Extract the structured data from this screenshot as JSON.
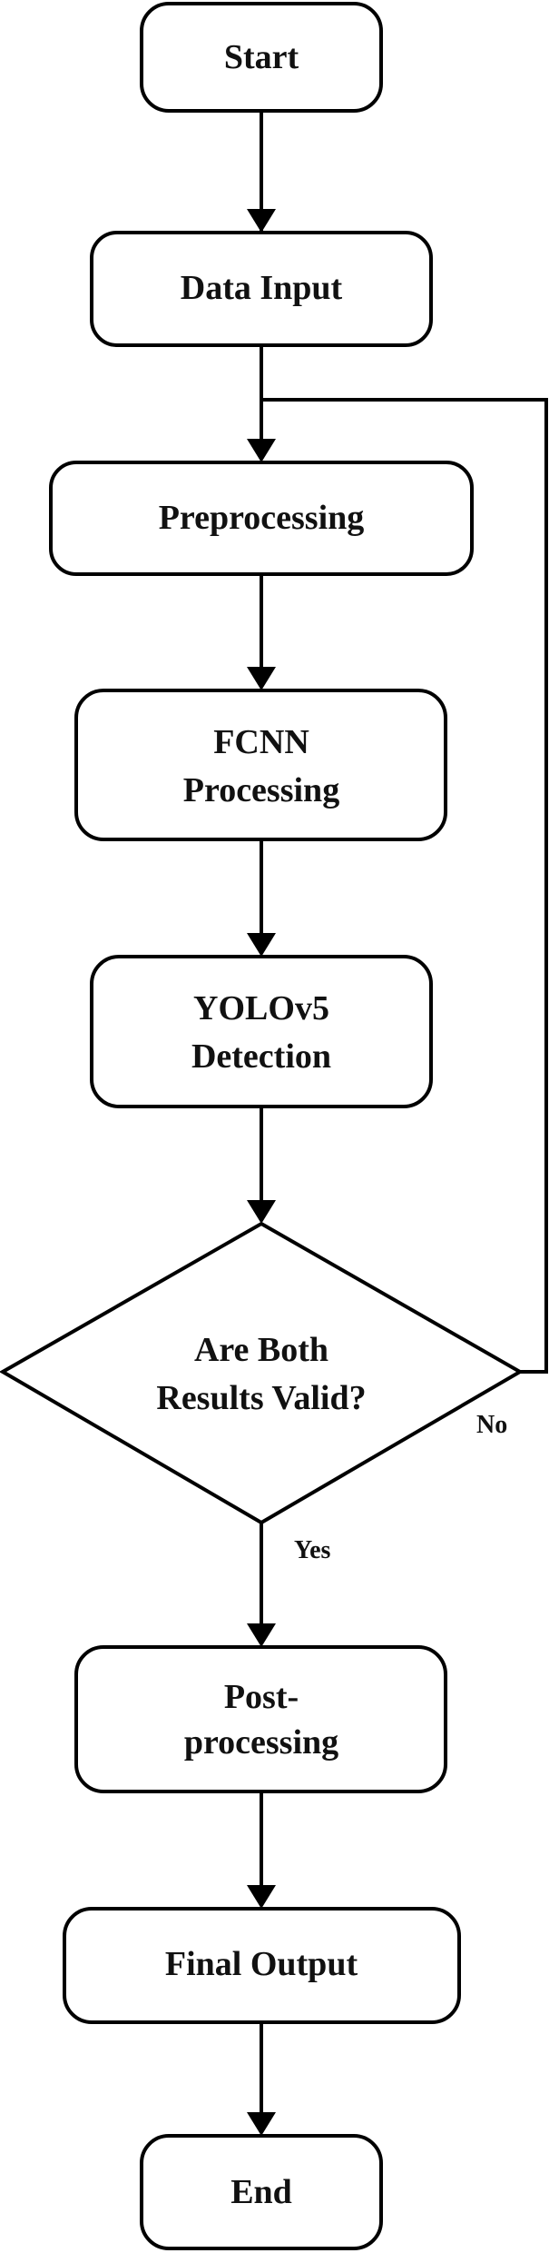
{
  "flowchart": {
    "nodes": {
      "start": {
        "label": "Start"
      },
      "data_input": {
        "label": "Data Input"
      },
      "preprocessing": {
        "label": "Preprocessing"
      },
      "fcnn": {
        "lines": [
          "FCNN",
          "Processing"
        ]
      },
      "yolo": {
        "lines": [
          "YOLOv5",
          "Detection"
        ]
      },
      "decision": {
        "lines": [
          "Are Both",
          "Results Valid?"
        ]
      },
      "postprocessing": {
        "lines": [
          "Post-",
          "processing"
        ]
      },
      "final_output": {
        "label": "Final Output"
      },
      "end": {
        "label": "End"
      }
    },
    "branches": {
      "yes": "Yes",
      "no": "No"
    }
  }
}
